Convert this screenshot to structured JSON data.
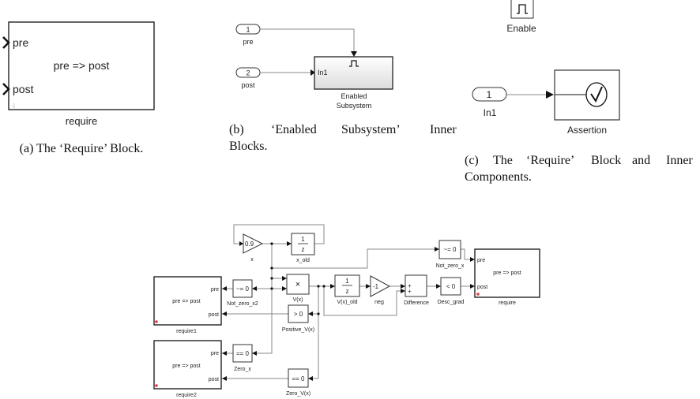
{
  "figure_a": {
    "block_label": "require",
    "port_pre": "pre",
    "port_post": "post",
    "expression": "pre => post",
    "caption": "(a) The ‘Require’ Block."
  },
  "figure_b": {
    "inport1_number": "1",
    "inport1_label": "pre",
    "inport2_number": "2",
    "inport2_label": "post",
    "subsystem_port": "In1",
    "subsystem_label_line1": "Enabled",
    "subsystem_label_line2": "Subsystem",
    "enable_symbol": "⎍",
    "caption_line1_words": [
      "(b)",
      "‘Enabled",
      "Subsystem’",
      "Inner"
    ],
    "caption_line2": "Blocks."
  },
  "figure_c": {
    "enable_label": "Enable",
    "inport_number": "1",
    "inport_label": "In1",
    "assertion_label": "Assertion",
    "assertion_icon": "checkmark",
    "caption_line1_words": [
      "(c)",
      "The",
      "‘Require’",
      "Block",
      "and",
      "Inner"
    ],
    "caption_line2": "Components."
  },
  "figure_d": {
    "gain_x": {
      "value": "0.9",
      "label": "x"
    },
    "delay_x_old": {
      "num": "1",
      "den": "z",
      "label": "x_old"
    },
    "product": {
      "symbol": "×",
      "label": "V(x)"
    },
    "delay_v_old": {
      "num": "1",
      "den": "z",
      "label": "V(x)_old"
    },
    "gain_neg": {
      "value": "-1",
      "label": "neg"
    },
    "sum": {
      "signs": [
        "+",
        "+"
      ],
      "label": "Difference"
    },
    "desc_grad": {
      "text": "< 0",
      "label": "Desc_grad"
    },
    "not_zero_x": {
      "text": "~= 0",
      "label": "Not_zero_x"
    },
    "not_zero_x2": {
      "text": "~= 0",
      "label": "Not_zero_x2"
    },
    "positive_v": {
      "text": "> 0",
      "label": "Positive_V(x)"
    },
    "zero_x": {
      "text": "== 0",
      "label": "Zero_x"
    },
    "zero_v": {
      "text": "== 0",
      "label": "Zero_V(x)"
    },
    "require_main": {
      "pre": "pre",
      "post": "post",
      "expr": "pre => post",
      "label": "require"
    },
    "require1": {
      "pre": "pre",
      "post": "post",
      "expr": "pre => post",
      "label": "require1"
    },
    "require2": {
      "pre": "pre",
      "post": "post",
      "expr": "pre => post",
      "label": "require2"
    }
  }
}
